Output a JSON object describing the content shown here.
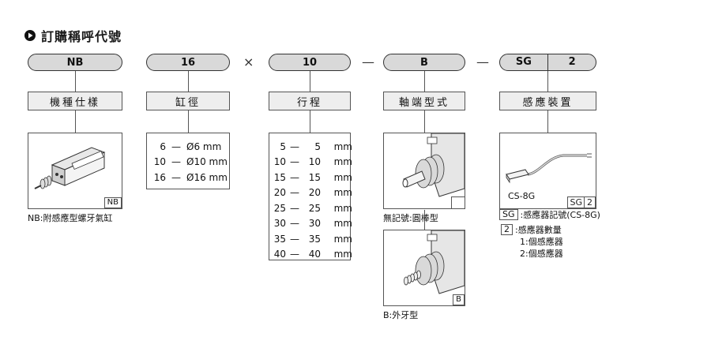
{
  "title": "訂購稱呼代號",
  "codes": {
    "type": "NB",
    "bore": "16",
    "stroke": "10",
    "rod": "B",
    "sensor_code": "SG",
    "sensor_qty": "2"
  },
  "separators": {
    "times": "×",
    "dash1": "—",
    "dash2": "—"
  },
  "labels": {
    "type": "機種仕樣",
    "bore": "缸徑",
    "stroke": "行程",
    "rod": "軸端型式",
    "sensor": "感應裝置"
  },
  "type_panel": {
    "tag": "NB",
    "caption": "NB:附感應型螺牙氣缸"
  },
  "bore_rows": [
    {
      "code": "6",
      "dash": "—",
      "value": "Ø6 mm"
    },
    {
      "code": "10",
      "dash": "—",
      "value": "Ø10 mm"
    },
    {
      "code": "16",
      "dash": "—",
      "value": "Ø16 mm"
    }
  ],
  "stroke_rows": [
    {
      "code": "5",
      "dash": "—",
      "value": "5",
      "unit": "mm"
    },
    {
      "code": "10",
      "dash": "—",
      "value": "10",
      "unit": "mm"
    },
    {
      "code": "15",
      "dash": "—",
      "value": "15",
      "unit": "mm"
    },
    {
      "code": "20",
      "dash": "—",
      "value": "20",
      "unit": "mm"
    },
    {
      "code": "25",
      "dash": "—",
      "value": "25",
      "unit": "mm"
    },
    {
      "code": "30",
      "dash": "—",
      "value": "30",
      "unit": "mm"
    },
    {
      "code": "35",
      "dash": "—",
      "value": "35",
      "unit": "mm"
    },
    {
      "code": "40",
      "dash": "—",
      "value": "40",
      "unit": "mm"
    }
  ],
  "rod_panels": {
    "round_caption": "無記號:圓棒型",
    "thread_tag": "B",
    "thread_caption": "B:外牙型"
  },
  "sensor_panel": {
    "model": "CS-8G",
    "tag_code": "SG",
    "tag_qty": "2",
    "legend": [
      {
        "key": "SG",
        "text": ":感應器記號(CS-8G)"
      },
      {
        "key": "2",
        "text": ":感應器數量"
      }
    ],
    "qty_options": [
      "1:個感應器",
      "2:個感應器"
    ]
  }
}
